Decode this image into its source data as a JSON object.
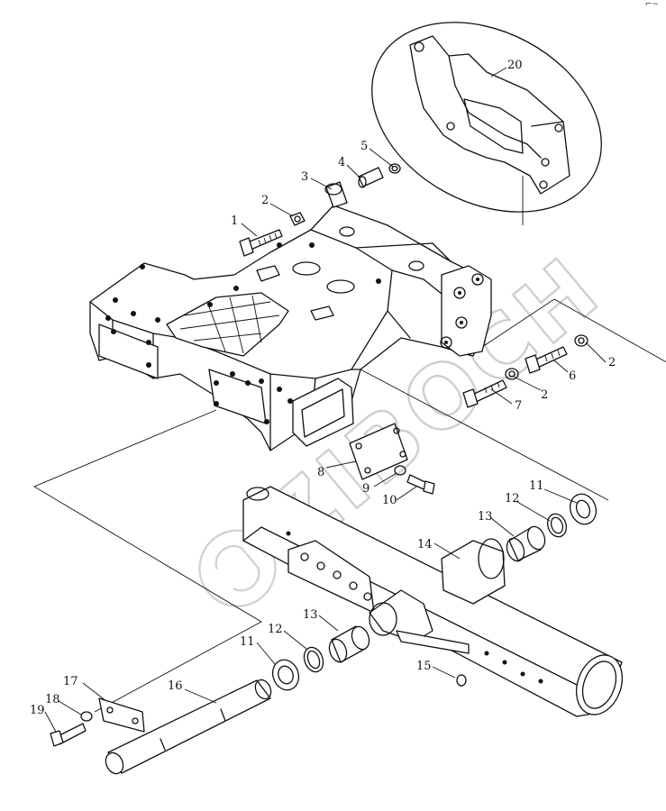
{
  "watermark": {
    "text": "ZIBOCH"
  },
  "corner_mark": "⌐~",
  "callouts": [
    {
      "id": "c1",
      "label": "1"
    },
    {
      "id": "c2a",
      "label": "2"
    },
    {
      "id": "c3",
      "label": "3"
    },
    {
      "id": "c4",
      "label": "4"
    },
    {
      "id": "c5",
      "label": "5"
    },
    {
      "id": "c20",
      "label": "20"
    },
    {
      "id": "c2b",
      "label": "2"
    },
    {
      "id": "c6",
      "label": "6"
    },
    {
      "id": "c2c",
      "label": "2"
    },
    {
      "id": "c7",
      "label": "7"
    },
    {
      "id": "c8",
      "label": "8"
    },
    {
      "id": "c9",
      "label": "9"
    },
    {
      "id": "c10",
      "label": "10"
    },
    {
      "id": "c11a",
      "label": "11"
    },
    {
      "id": "c12a",
      "label": "12"
    },
    {
      "id": "c13a",
      "label": "13"
    },
    {
      "id": "c14",
      "label": "14"
    },
    {
      "id": "c13b",
      "label": "13"
    },
    {
      "id": "c12b",
      "label": "12"
    },
    {
      "id": "c11b",
      "label": "11"
    },
    {
      "id": "c15",
      "label": "15"
    },
    {
      "id": "c16",
      "label": "16"
    },
    {
      "id": "c17",
      "label": "17"
    },
    {
      "id": "c18",
      "label": "18"
    },
    {
      "id": "c19",
      "label": "19"
    }
  ]
}
